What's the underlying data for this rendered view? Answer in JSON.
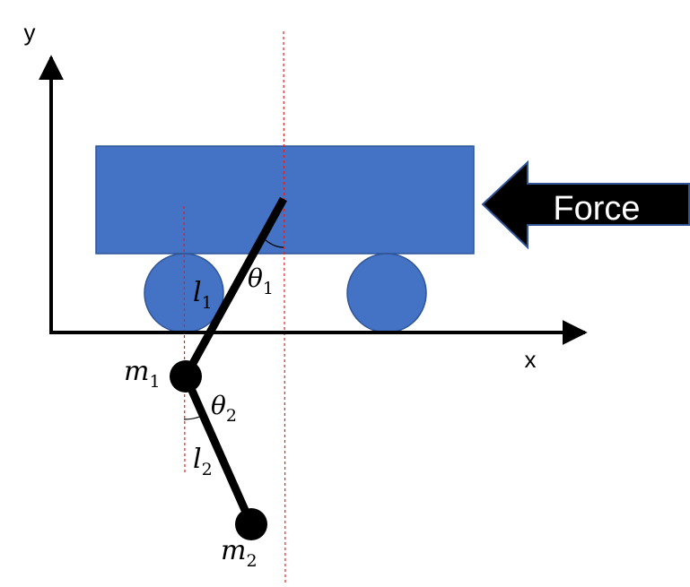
{
  "axes": {
    "x_label": "x",
    "y_label": "y"
  },
  "force": {
    "label": "Force"
  },
  "labels": {
    "m1": {
      "sym": "m",
      "sub": "1"
    },
    "m2": {
      "sym": "m",
      "sub": "2"
    },
    "l1": {
      "sym": "l",
      "sub": "1"
    },
    "l2": {
      "sym": "l",
      "sub": "2"
    },
    "theta1": {
      "sym": "θ",
      "sub": "1"
    },
    "theta2": {
      "sym": "θ",
      "sub": "2"
    }
  },
  "colors": {
    "cart_fill": "#4472C4",
    "cart_stroke": "#2F5597",
    "guide_line": "#E02020",
    "force_arrow_fill": "#000000",
    "force_arrow_stroke": "#2F5597"
  }
}
